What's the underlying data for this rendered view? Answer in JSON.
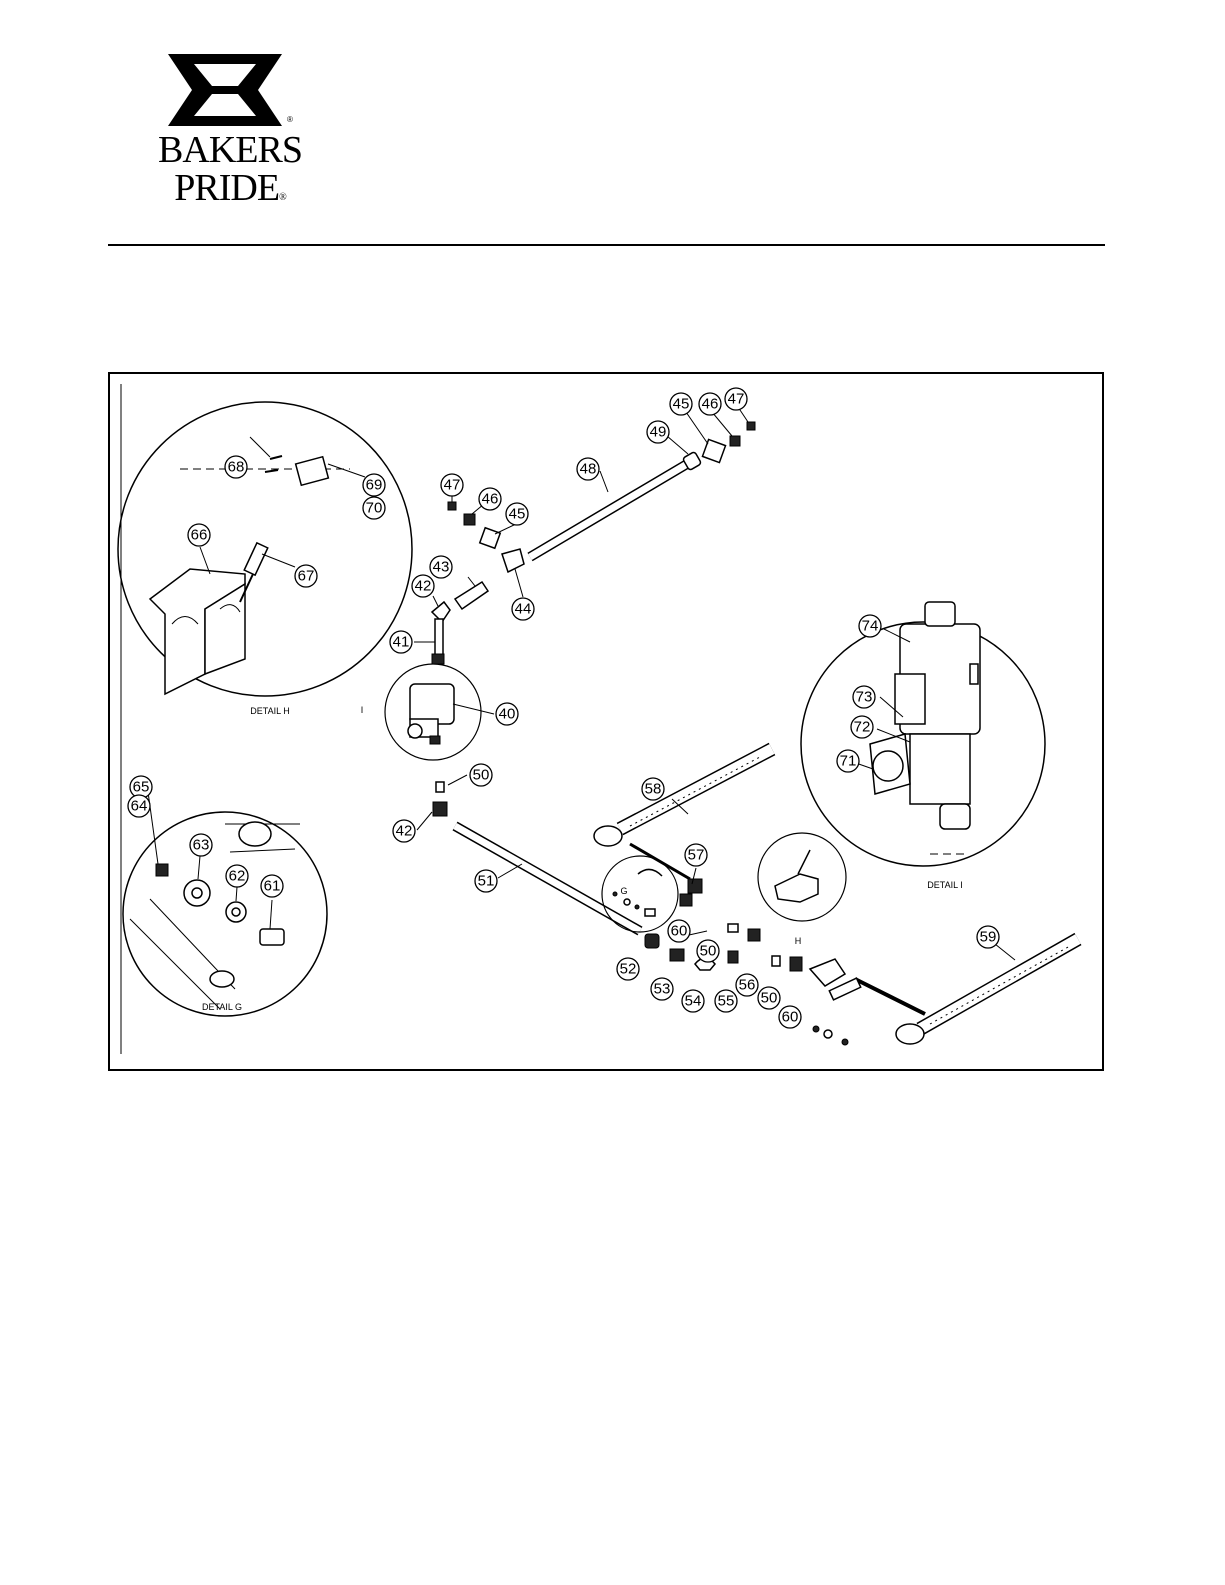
{
  "brand": {
    "line1": "BAKERS",
    "line2": "PRIDE",
    "registered_mark": "®"
  },
  "details": [
    {
      "id": "detail-h",
      "label": "DETAIL H"
    },
    {
      "id": "detail-i",
      "label": "DETAIL I"
    },
    {
      "id": "detail-g",
      "label": "DETAIL G"
    }
  ],
  "detail_refs": {
    "g": "G",
    "h": "H",
    "i": "I"
  },
  "callouts": [
    "40",
    "41",
    "42",
    "43",
    "44",
    "45",
    "46",
    "47",
    "48",
    "49",
    "50",
    "51",
    "52",
    "53",
    "54",
    "55",
    "56",
    "57",
    "58",
    "59",
    "60",
    "61",
    "62",
    "63",
    "64",
    "65",
    "66",
    "67",
    "68",
    "69",
    "70",
    "71",
    "72",
    "73",
    "74"
  ]
}
